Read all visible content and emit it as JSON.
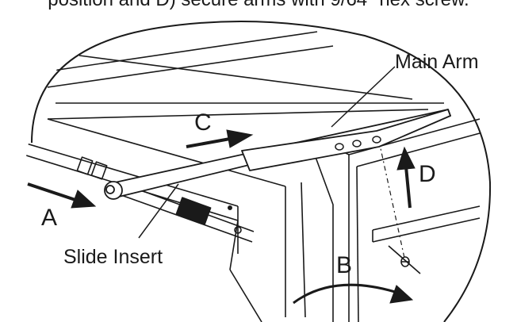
{
  "instruction_text": "position and D) secure arms with 9/64\" hex screw.",
  "labels": {
    "main_arm": "Main Arm",
    "slide_insert": "Slide Insert",
    "step_a": "A",
    "step_b": "B",
    "step_c": "C",
    "step_d": "D"
  },
  "colors": {
    "ink": "#1a1a1a",
    "paper": "#ffffff"
  }
}
